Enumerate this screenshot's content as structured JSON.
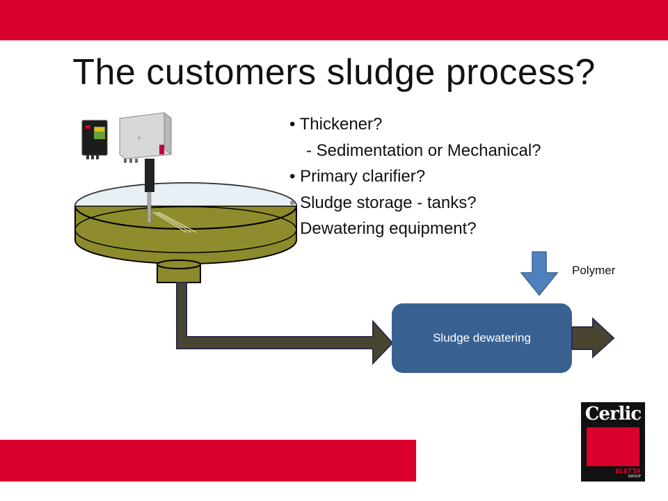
{
  "slide": {
    "title": "The customers sludge process?",
    "bullets": [
      "• Thickener?",
      "- Sedimentation  or Mechanical?",
      "• Primary clarifier?",
      "• Sludge storage - tanks?",
      "• Dewatering equipment?"
    ]
  },
  "diagram": {
    "process_box": "Sludge dewatering",
    "input_label": "Polymer"
  },
  "logo": {
    "brand": "Cerlic",
    "group": "ELETTA",
    "group_sub": "GROUP"
  },
  "colors": {
    "brand_red": "#d9002c",
    "process_box": "#386192",
    "flow_arrow": "#4a4530",
    "polymer_arrow": "#4f81bd",
    "sludge": "#8c8a2a"
  }
}
